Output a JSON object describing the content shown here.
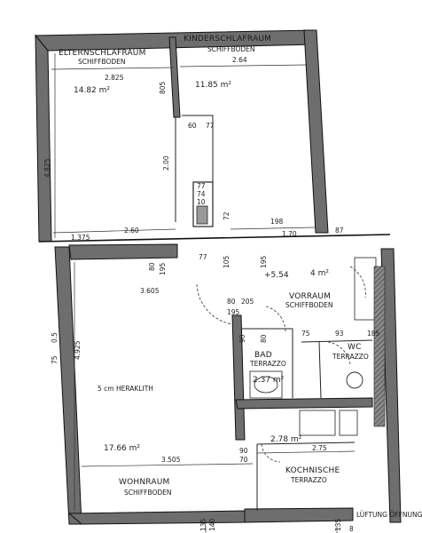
{
  "rooms": {
    "elternschlafraum": {
      "name": "ELTERNSCHLAFRAUM",
      "floor": "SCHIFFBODEN",
      "area": "14.82 m²"
    },
    "kinderschlafraum": {
      "name": "KINDERSCHLAFRAUM",
      "floor": "SCHIFFBODEN",
      "area": "11.85 m²"
    },
    "vorraum": {
      "name": "VORRAUM",
      "floor": "SCHIFFBODEN",
      "area": "4 m²"
    },
    "bad": {
      "name": "BAD",
      "floor": "TERRAZZO",
      "area": "2.37 m²"
    },
    "wc": {
      "name": "WC",
      "floor": "TERRAZZO"
    },
    "wohnraum": {
      "name": "WOHNRAUM",
      "floor": "SCHIFFBODEN",
      "area": "17.66 m²"
    },
    "kochnische": {
      "name": "KOCHNISCHE",
      "floor": "TERRAZZO",
      "area": "2.78 m²"
    }
  },
  "notes": {
    "heraklith": "5 cm HERAKLITH",
    "elevation": "+5.54",
    "lueftung": "LÜFTUNG ÖFFNUNG"
  },
  "dimensions": {
    "d_2825": "2.825",
    "d_264": "2.64",
    "d_4825": "4.825",
    "d_805": "805",
    "d_60": "60",
    "d_77a": "77",
    "d_200": "2.00",
    "d_77b": "77",
    "d_74": "74",
    "d_10": "10",
    "d_72": "72",
    "d_260": "2.60",
    "d_198": "198",
    "d_170": "1.70",
    "d_87": "87",
    "d_1375": "1.375",
    "d_80a": "80",
    "d_195a": "195",
    "d_77c": "77",
    "d_3605": "3.605",
    "d_105": "105",
    "d_195b": "195",
    "d_4925": "4.925",
    "d_80b": "80",
    "d_205": "205",
    "d_195c": "195",
    "d_90": "90",
    "d_80c": "80",
    "d_75": "75",
    "d_93": "93",
    "d_185": "185",
    "d_3505": "3.505",
    "d_90b": "90",
    "d_70": "70",
    "d_275": "2.75",
    "d_135a": "135",
    "d_140": "140",
    "d_135b": "135",
    "d_8": "8",
    "d_05": "0.5",
    "d_75b": "75"
  }
}
